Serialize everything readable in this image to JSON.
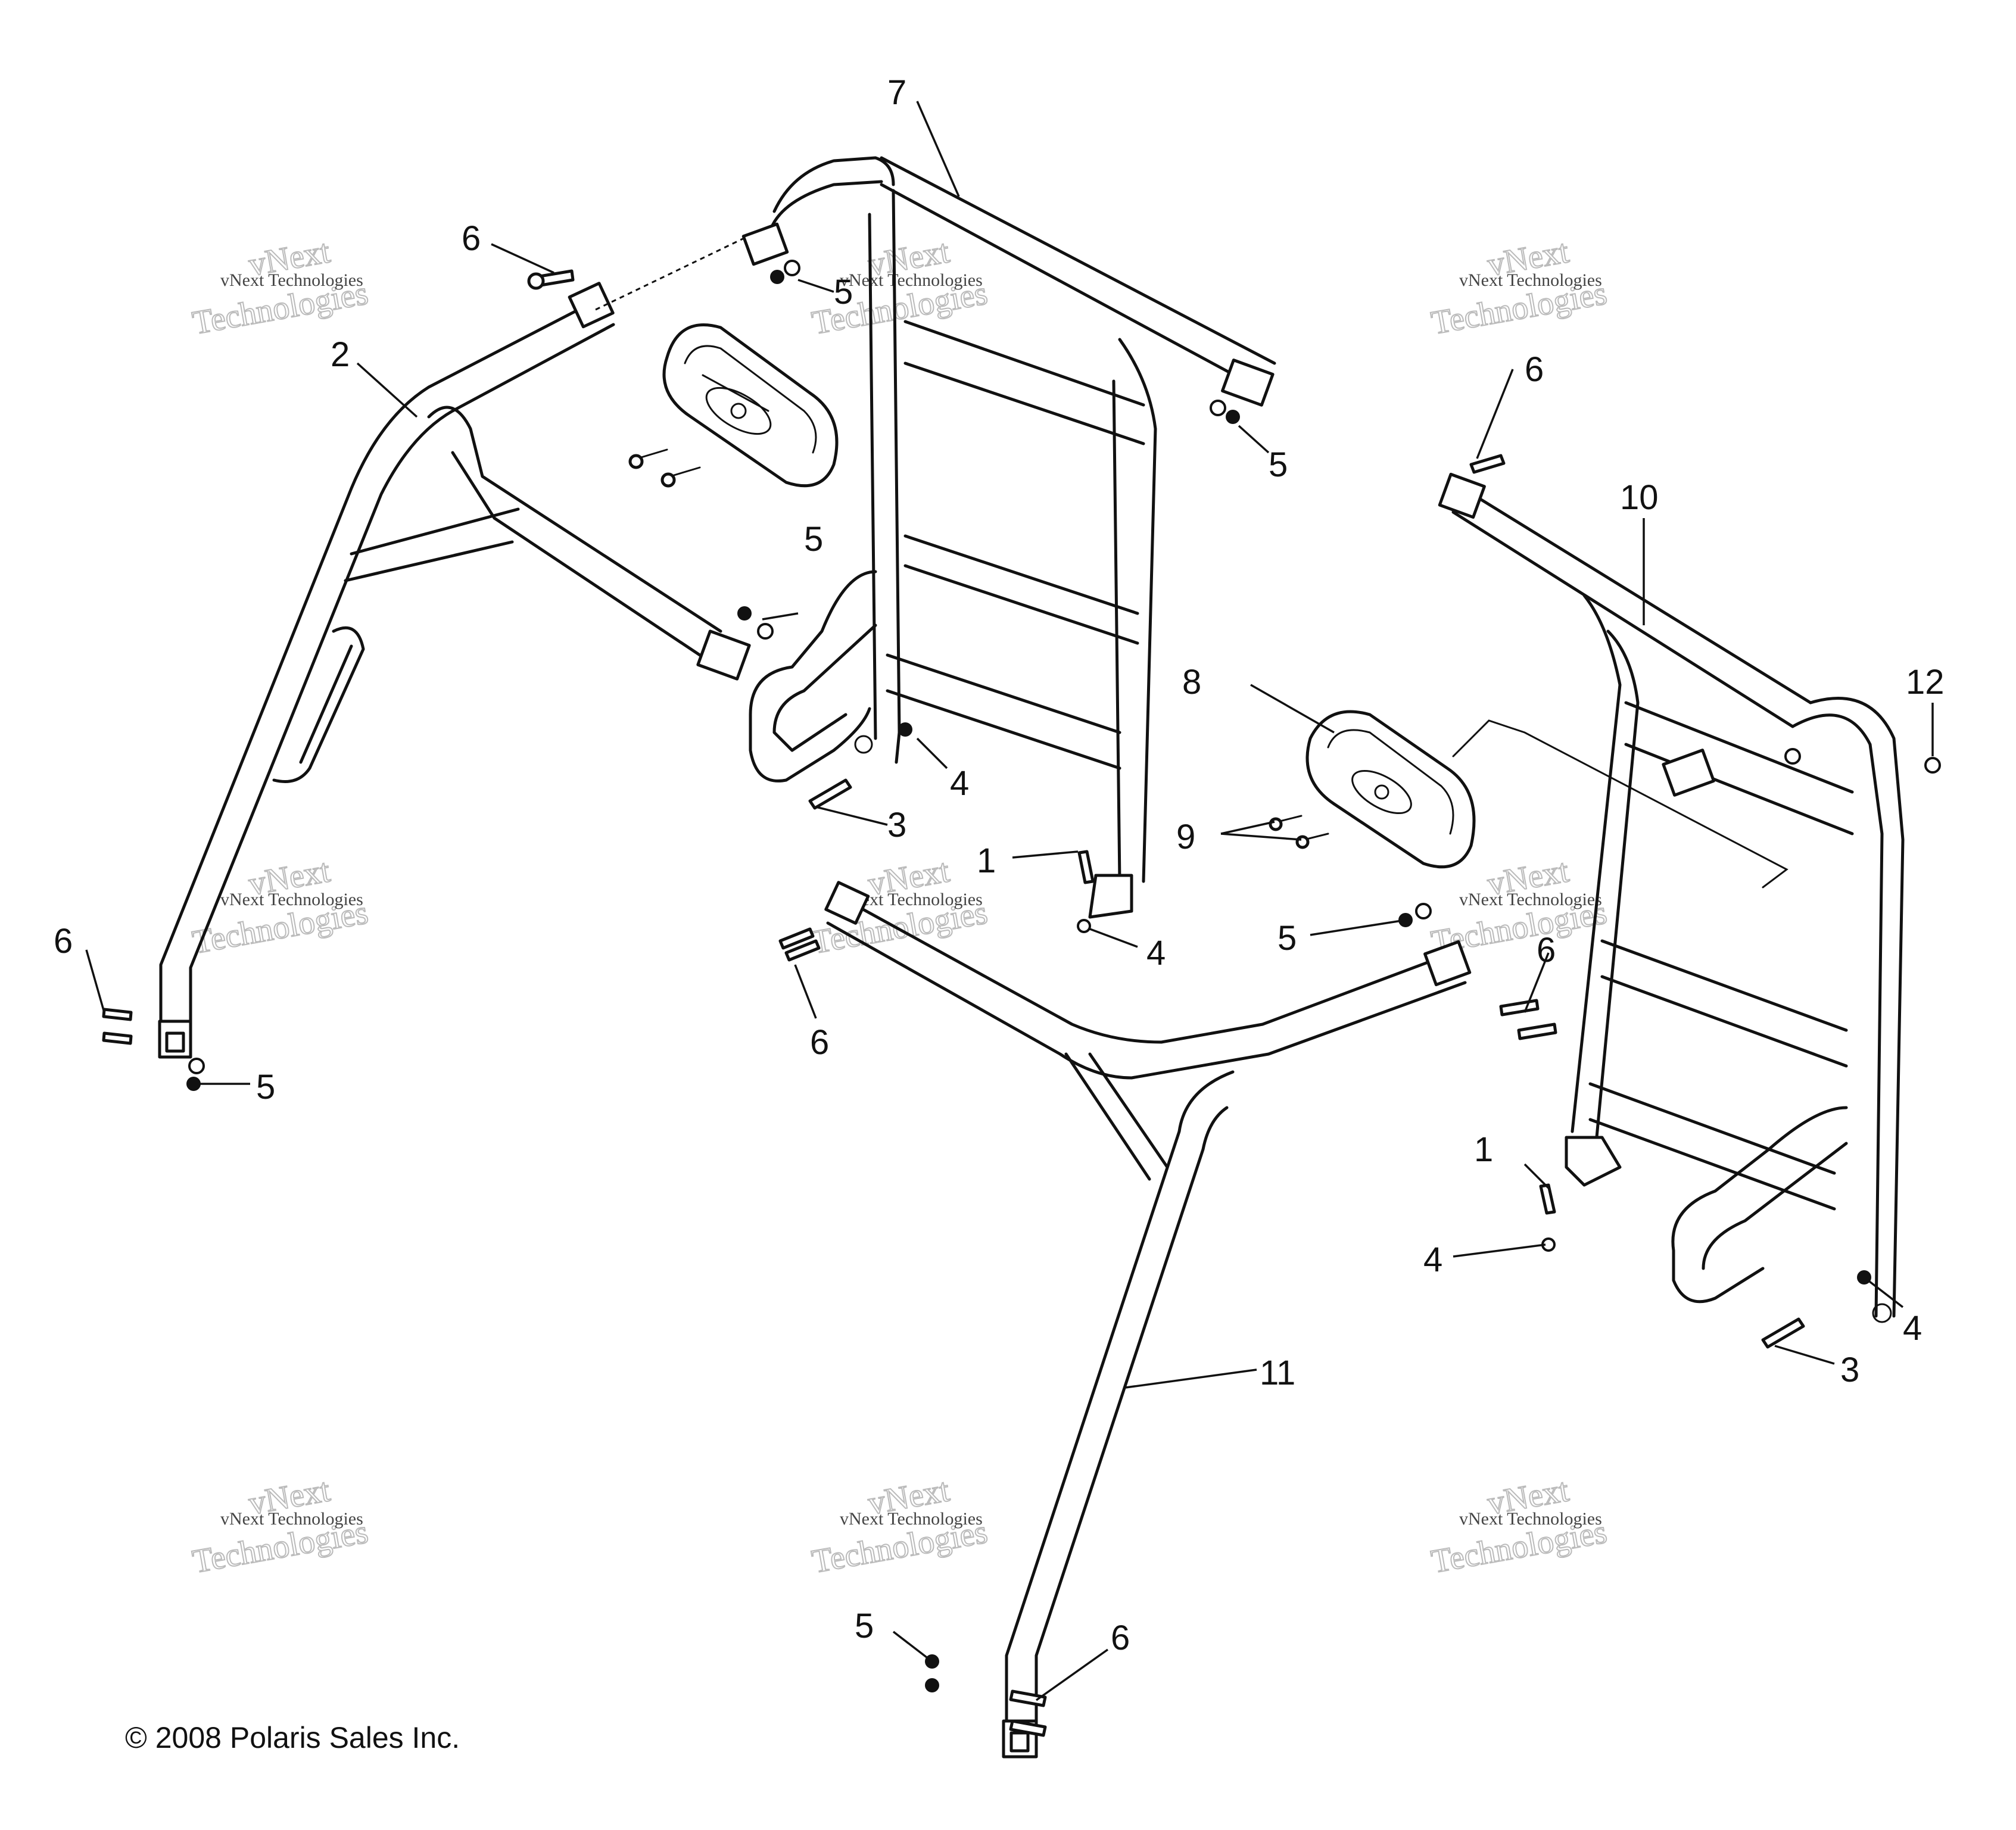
{
  "callouts": {
    "c1a": "1",
    "c1b": "1",
    "c2": "2",
    "c3a": "3",
    "c3b": "3",
    "c4a": "4",
    "c4b": "4",
    "c4c": "4",
    "c4d": "4",
    "c5a": "5",
    "c5b": "5",
    "c5c": "5",
    "c5d": "5",
    "c5e": "5",
    "c5f": "5",
    "c6a": "6",
    "c6b": "6",
    "c6c": "6",
    "c6d": "6",
    "c6e": "6",
    "c6f": "6",
    "c7": "7",
    "c8": "8",
    "c9": "9",
    "c10": "10",
    "c11": "11",
    "c12": "12"
  },
  "watermark": {
    "line1": "vNext Technologies",
    "big1": "vNext",
    "big2": "Technologies"
  },
  "copyright": "© 2008 Polaris Sales Inc."
}
